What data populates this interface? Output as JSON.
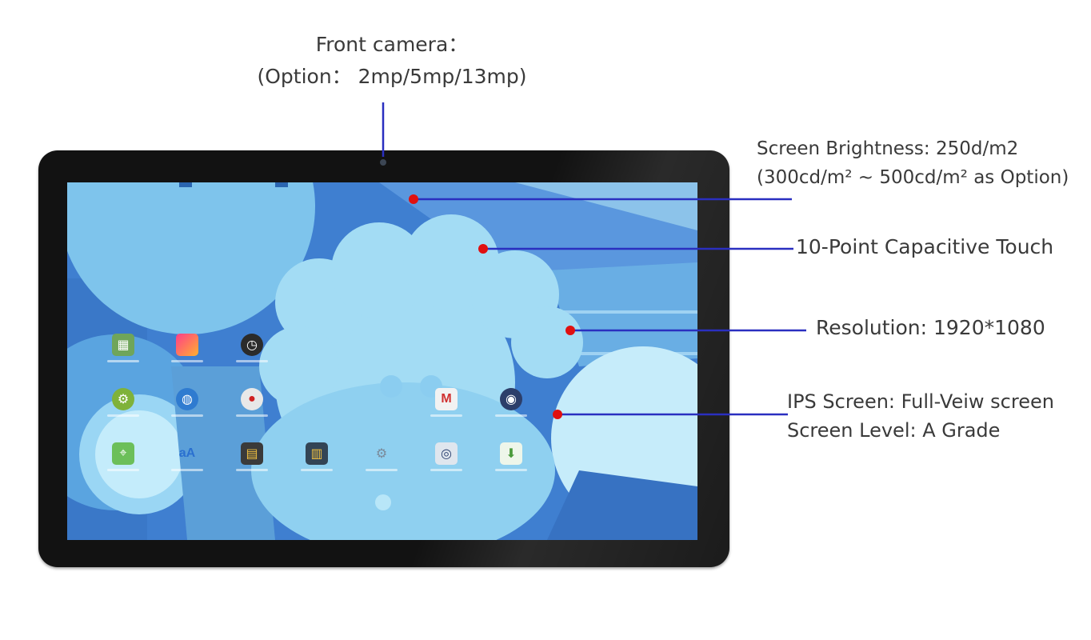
{
  "callouts": {
    "camera_line1": "Front camera：",
    "camera_line2": "(Option： 2mp/5mp/13mp)",
    "brightness_line1": "Screen Brightness: 250d/m2",
    "brightness_line2": "(300cd/m² ~ 500cd/m² as Option)",
    "touch": "10-Point Capacitive Touch",
    "resolution": "Resolution: 1920*1080",
    "ips_line1": "IPS Screen: Full-Veiw screen",
    "ips_line2": "Screen Level: A Grade"
  },
  "colors": {
    "line": "#2a2fc0",
    "dot": "#e01010",
    "bezel": "#121212",
    "text": "#3a3a3a"
  },
  "icons": [
    "gallery-icon",
    "photo-icon",
    "clock-icon",
    "android-settings-icon",
    "browser-icon",
    "voice-recorder-icon",
    "gmail-icon",
    "music-icon",
    "maps-icon",
    "font-icon",
    "video-icon",
    "movie-studio-icon",
    "settings-gear-icon",
    "camera-icon",
    "downloads-icon"
  ]
}
